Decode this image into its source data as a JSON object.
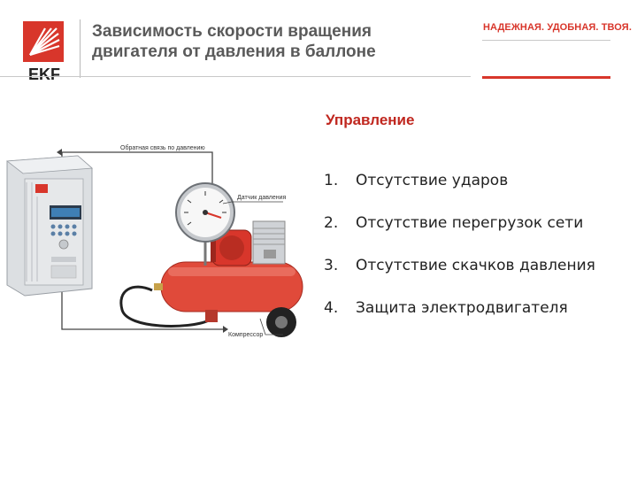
{
  "header": {
    "logo_text": "EKF",
    "title_line1": "Зависимость скорости вращения",
    "title_line2": "двигателя от давления в баллоне",
    "tagline": "НАДЕЖНАЯ. УДОБНАЯ. ТВОЯ."
  },
  "colors": {
    "brand_red": "#d8362b",
    "title_gray": "#5a5a5a"
  },
  "diagram": {
    "feedback_label": "Обратная связь по давлению",
    "sensor_label": "Датчик давления",
    "compressor_label": "Компрессор"
  },
  "content": {
    "section_title": "Управление",
    "items": [
      {
        "num": "1.",
        "text": "Отсутствие ударов"
      },
      {
        "num": "2.",
        "text": "Отсутствие перегрузок сети"
      },
      {
        "num": "3.",
        "text": "Отсутствие скачков давления"
      },
      {
        "num": "4.",
        "text": "Защита электродвигателя"
      }
    ]
  }
}
